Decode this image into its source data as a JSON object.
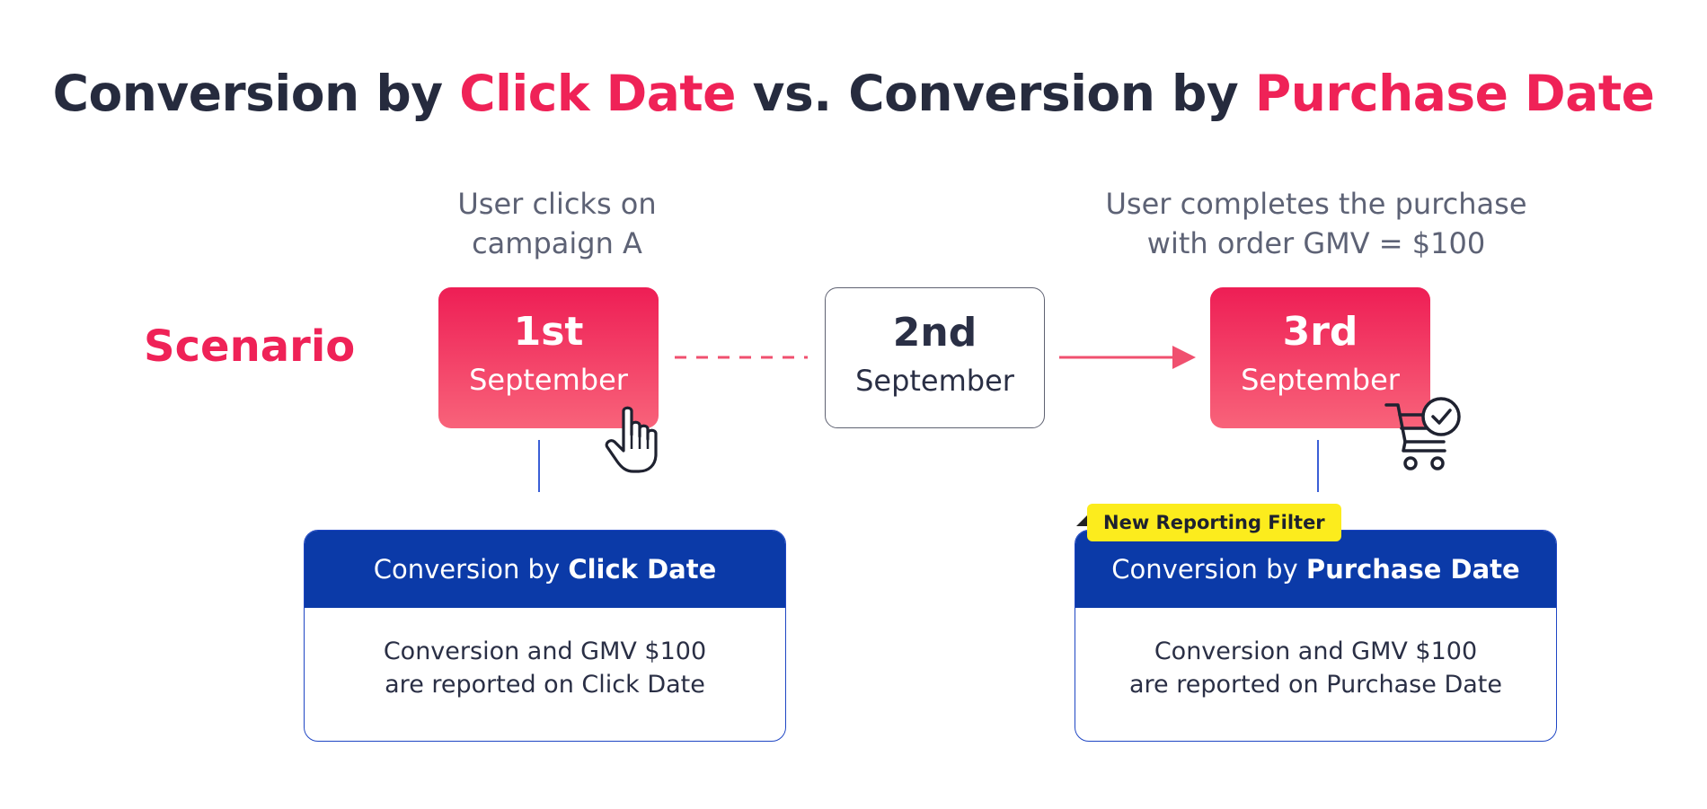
{
  "title": {
    "part1": "Conversion by ",
    "part2": "Click Date",
    "part3": " vs. Conversion by ",
    "part4": "Purchase Date"
  },
  "scenario_label": "Scenario",
  "captions": {
    "left": {
      "line1": "User clicks on",
      "line2": "campaign A"
    },
    "right": {
      "line1": "User completes the purchase",
      "line2": "with order GMV = $100"
    }
  },
  "days": [
    {
      "num": "1st",
      "month": "September"
    },
    {
      "num": "2nd",
      "month": "September"
    },
    {
      "num": "3rd",
      "month": "September"
    }
  ],
  "cards": {
    "click": {
      "head_prefix": "Conversion by ",
      "head_bold": "Click Date",
      "line1": "Conversion and GMV $100",
      "line2": "are reported on Click Date"
    },
    "purchase": {
      "badge": "New Reporting Filter",
      "head_prefix": "Conversion by ",
      "head_bold": "Purchase Date",
      "line1": "Conversion and GMV $100",
      "line2": "are reported on Purchase Date"
    }
  },
  "icons": {
    "click": "hand-pointer-icon",
    "purchase": "cart-check-icon"
  },
  "colors": {
    "accent": "#ef2257",
    "navy": "#0b3aa8",
    "badge": "#fcec1d",
    "text": "#262b3e"
  }
}
